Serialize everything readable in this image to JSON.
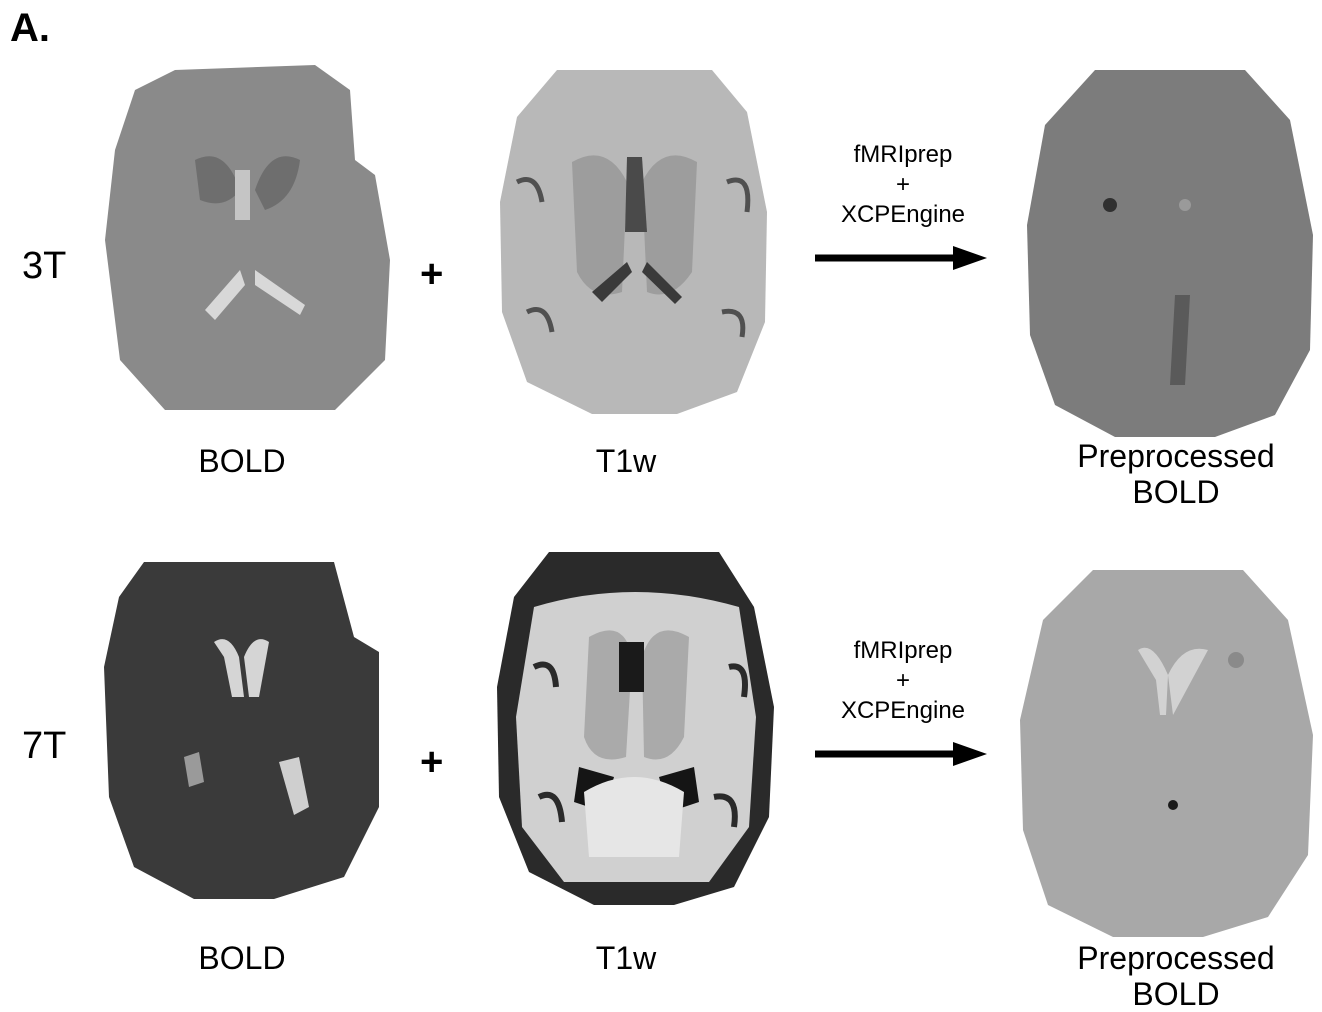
{
  "panel_label": "A.",
  "rows": [
    {
      "field": "3T",
      "inputs": [
        {
          "caption": "BOLD",
          "icon": "bold-3t-brain-icon"
        },
        {
          "caption": "T1w",
          "icon": "t1w-3t-brain-icon"
        }
      ],
      "combine_symbol": "+",
      "pipeline": {
        "step1": "fMRIprep",
        "join": "+",
        "step2": "XCPEngine"
      },
      "output": {
        "caption_line1": "Preprocessed",
        "caption_line2": "BOLD"
      }
    },
    {
      "field": "7T",
      "inputs": [
        {
          "caption": "BOLD",
          "icon": "bold-7t-brain-icon"
        },
        {
          "caption": "T1w",
          "icon": "t1w-7t-brain-icon"
        }
      ],
      "combine_symbol": "+",
      "pipeline": {
        "step1": "fMRIprep",
        "join": "+",
        "step2": "XCPEngine"
      },
      "output": {
        "caption_line1": "Preprocessed",
        "caption_line2": "BOLD"
      }
    }
  ],
  "colors": {
    "bold_3t": "#8a8a8a",
    "t1w_3t": "#b8b8b8",
    "preproc": "#7c7c7c",
    "bold_7t": "#3a3a3a",
    "t1w_7t": "#d0d0d0",
    "preproc_7t": "#a8a8a8"
  }
}
